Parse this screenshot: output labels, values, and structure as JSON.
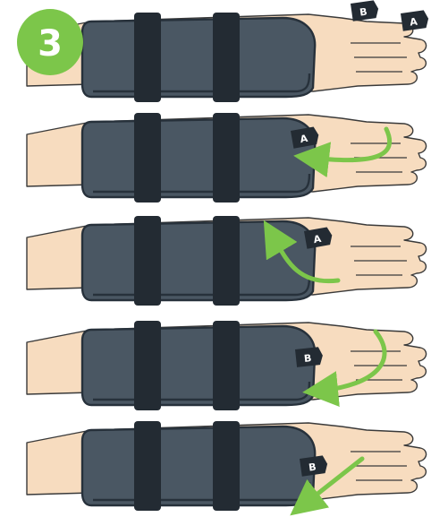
{
  "step": {
    "number": "3"
  },
  "colors": {
    "background": "#ffffff",
    "skin": "#f7dcbf",
    "skin_outline": "#3a3a3a",
    "brace": "#4a5763",
    "brace_dark": "#27313b",
    "strap": "#232b33",
    "arrow": "#7cc64a",
    "badge": "#7cc64a",
    "label_text": "#ffffff"
  },
  "panels": [
    {
      "labels": [
        "B",
        "A"
      ]
    },
    {
      "labels": [
        "A"
      ],
      "arrow": "curve-left-down"
    },
    {
      "labels": [
        "A"
      ],
      "arrow": "curve-up-left"
    },
    {
      "labels": [
        "B"
      ],
      "arrow": "curve-down-left"
    },
    {
      "labels": [
        "B"
      ],
      "arrow": "diagonal-down-left"
    }
  ]
}
